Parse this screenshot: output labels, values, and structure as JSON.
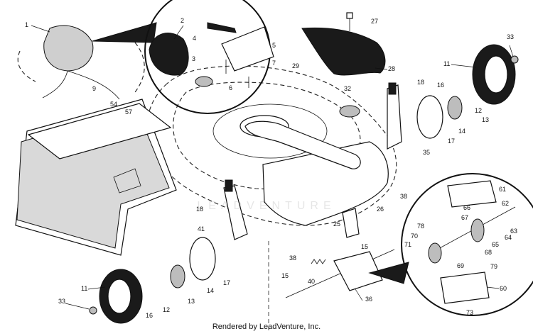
{
  "footer": "Rendered by LeadVenture, Inc.",
  "watermark": "LEADVENTURE",
  "callouts": [
    "1",
    "2",
    "3",
    "4",
    "5",
    "6",
    "7",
    "9",
    "11",
    "12",
    "13",
    "14",
    "15",
    "16",
    "17",
    "18",
    "25",
    "26",
    "27",
    "28",
    "29",
    "32",
    "33",
    "35",
    "36",
    "38",
    "40",
    "41",
    "54",
    "57",
    "60",
    "61",
    "62",
    "63",
    "64",
    "65",
    "66",
    "67",
    "68",
    "69",
    "70",
    "71",
    "73",
    "78",
    "79"
  ]
}
